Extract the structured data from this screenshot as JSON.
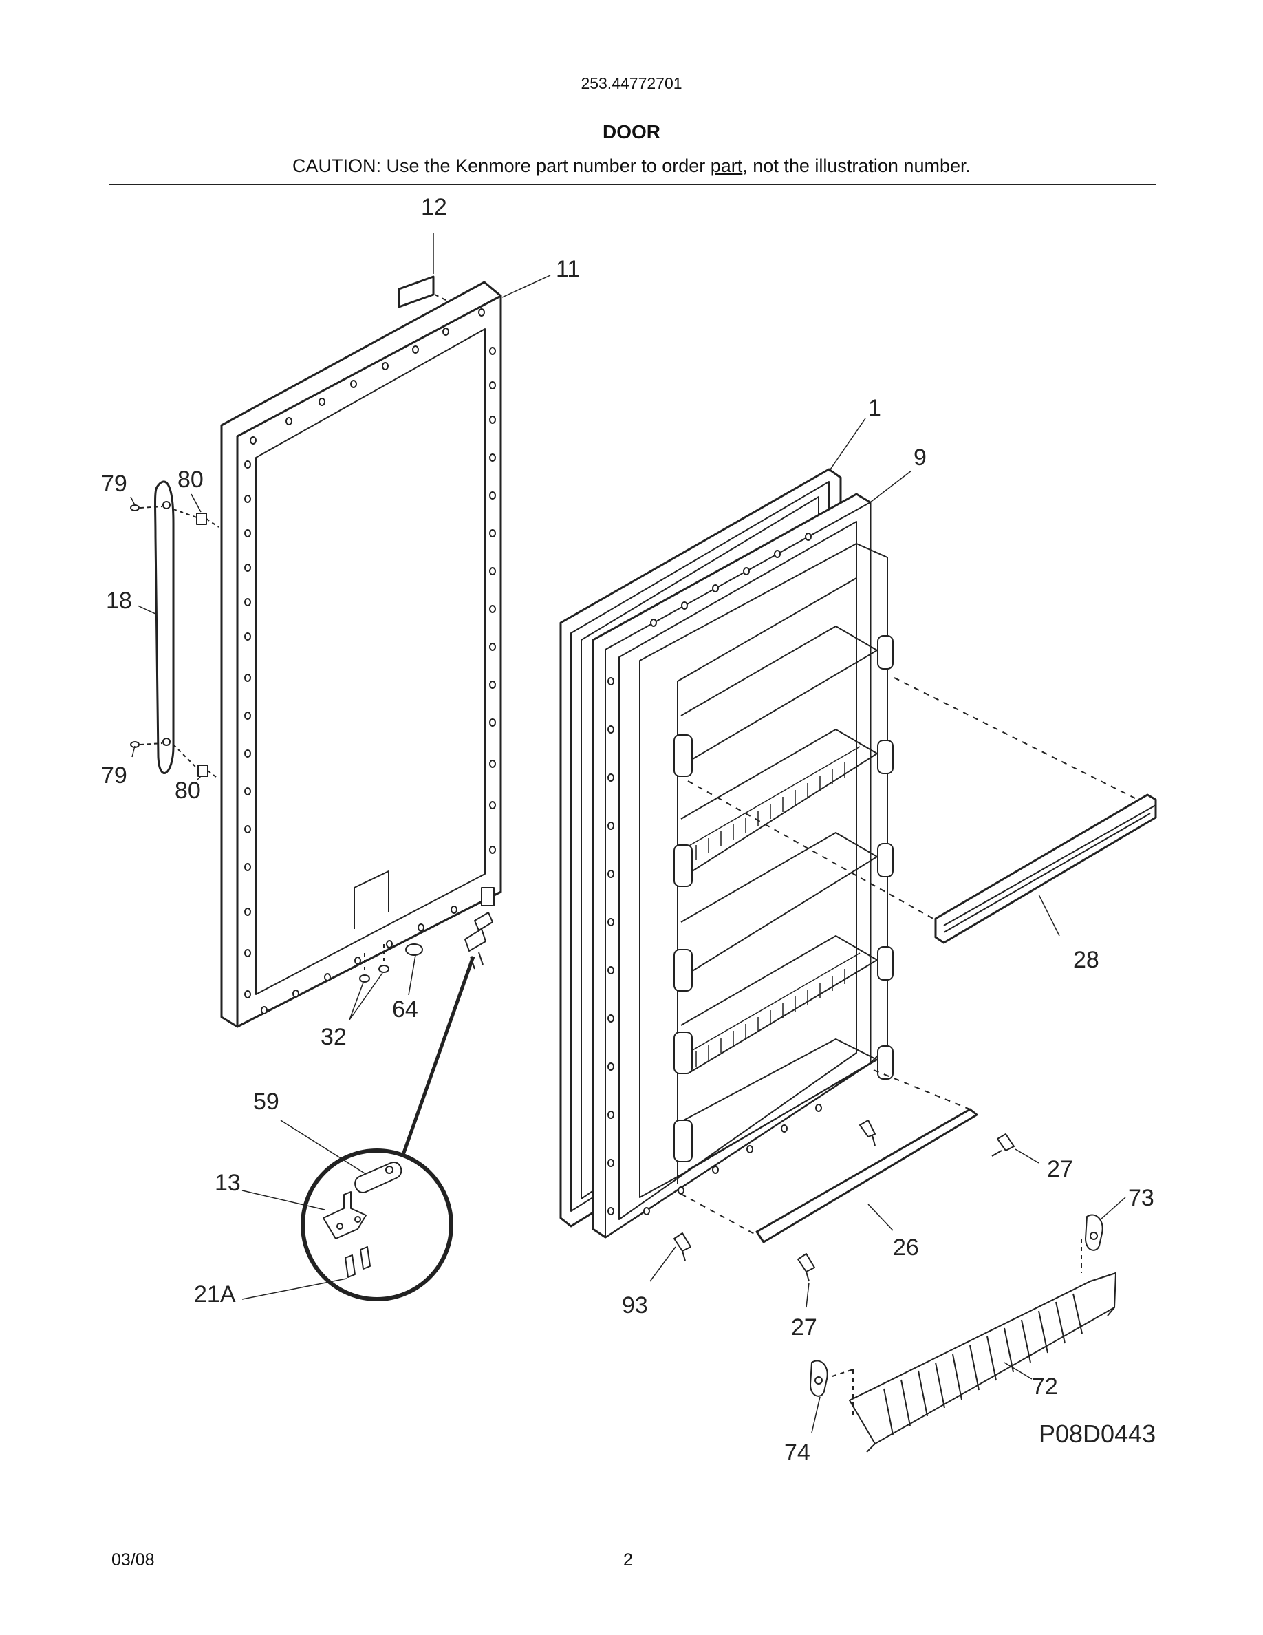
{
  "header": {
    "model_number": "253.44772701",
    "section_title": "DOOR",
    "caution_before": "CAUTION: Use the Kenmore part number to order ",
    "caution_underlined": "part",
    "caution_after": ", not the illustration number."
  },
  "diagram": {
    "callouts": {
      "c12": "12",
      "c11": "11",
      "c1": "1",
      "c9": "9",
      "c79a": "79",
      "c80a": "80",
      "c18": "18",
      "c79b": "79",
      "c80b": "80",
      "c32": "32",
      "c64": "64",
      "c28": "28",
      "c59": "59",
      "c13": "13",
      "c21a": "21A",
      "c27a": "27",
      "c73": "73",
      "c26": "26",
      "c93": "93",
      "c27b": "27",
      "c72": "72",
      "c74": "74"
    },
    "drawing_code": "P08D0443"
  },
  "footer": {
    "date": "03/08",
    "page_number": "2"
  }
}
